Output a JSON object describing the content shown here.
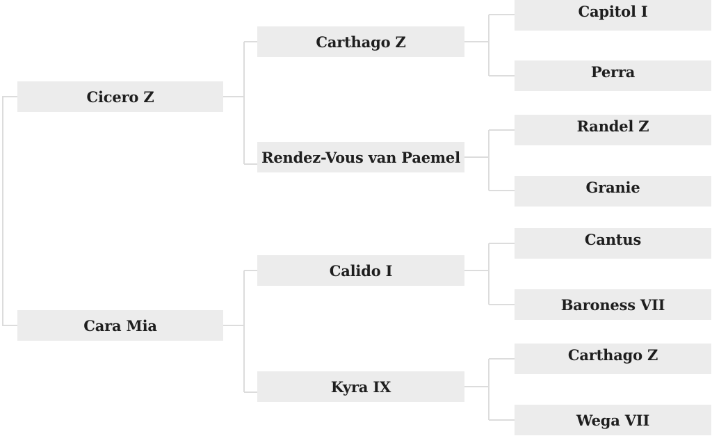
{
  "pedigree": {
    "parents": {
      "sire": "Cicero Z",
      "dam": "Cara Mia"
    },
    "grandparents": {
      "sire_sire": "Carthago Z",
      "sire_dam": "Rendez-Vous van Paemel",
      "dam_sire": "Calido I",
      "dam_dam": "Kyra IX"
    },
    "great_grandparents": {
      "sss": "Capitol I",
      "ssd": "Perra",
      "sds": "Randel Z",
      "sdd": "Granie",
      "dss": "Cantus",
      "dsd": "Baroness VII",
      "dds": "Carthago Z",
      "ddd": "Wega VII"
    }
  },
  "colors": {
    "node_fill": "#ececec",
    "line": "#dcdcdc",
    "text": "#1e1e1e"
  }
}
